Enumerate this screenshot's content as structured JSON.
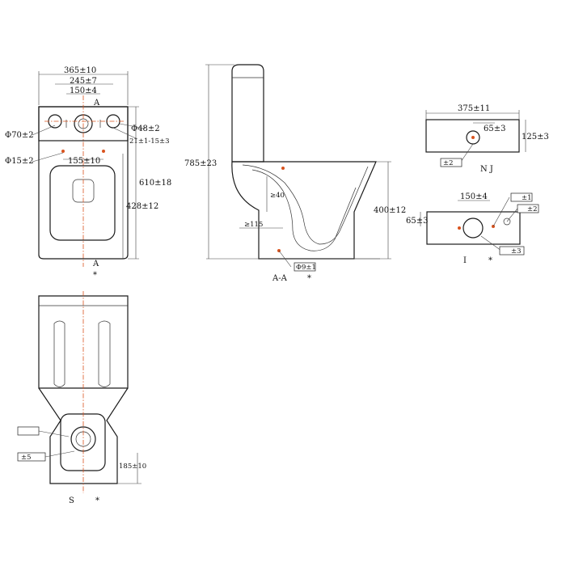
{
  "views": {
    "top": {
      "dims": [
        "365±10",
        "245±7",
        "150±4",
        "Φ70±2",
        "Φ48±2",
        "21±1-15±3",
        "Φ15±2",
        "155±10",
        "610±18",
        "428±12"
      ],
      "section_mark": "A",
      "star": "*"
    },
    "side": {
      "dims": [
        "785±23",
        "400±12",
        "≥40",
        "≥115",
        "Φ9±1"
      ],
      "caption": "A-A",
      "star": "*"
    },
    "tank": {
      "dims": [
        "375±11",
        "65±3",
        "125±3",
        "±2"
      ],
      "caption": "N J"
    },
    "inlet": {
      "dims": [
        "150±4",
        "65±3",
        "±1",
        "±2",
        "±3"
      ],
      "caption": "I",
      "star": "*"
    },
    "front": {
      "dims": [
        "±5",
        "185±10"
      ],
      "caption": "S",
      "star": "*"
    }
  }
}
